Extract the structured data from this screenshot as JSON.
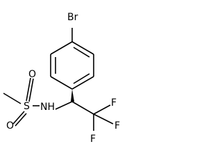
{
  "molecule": {
    "atoms": {
      "bromine": "Br",
      "sulfur": "S",
      "oxygen_top": "O",
      "oxygen_bottom": "O",
      "nitrogen_h": "NH",
      "fluorine_top": "F",
      "fluorine_right": "F",
      "fluorine_bottom": "F"
    }
  },
  "colors": {
    "bond": "#000000",
    "label": "#000000",
    "background": "#ffffff"
  }
}
